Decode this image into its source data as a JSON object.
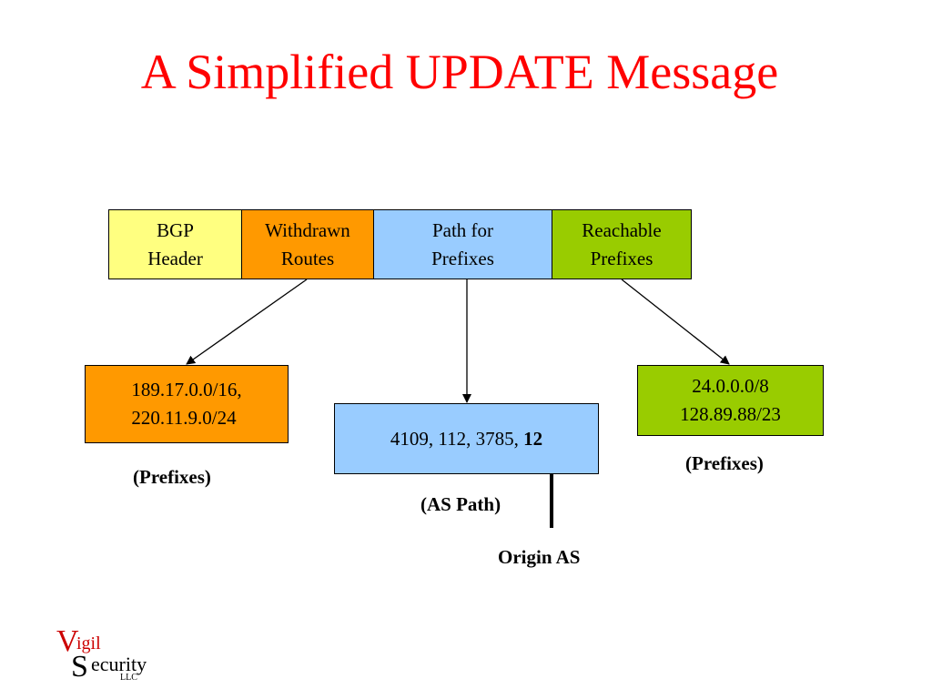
{
  "title": "A Simplified UPDATE Message",
  "message_fields": [
    {
      "label": "BGP\nHeader",
      "color": "#ffff80"
    },
    {
      "label": "Withdrawn\nRoutes",
      "color": "#ff9900"
    },
    {
      "label": "Path for\nPrefixes",
      "color": "#99ccff"
    },
    {
      "label": "Reachable\nPrefixes",
      "color": "#99cc00"
    }
  ],
  "withdrawn_box": {
    "text": "189.17.0.0/16,\n220.11.9.0/24",
    "color": "#ff9900",
    "caption": "(Prefixes)"
  },
  "as_path_box": {
    "prefix": "4109, 112, 3785, ",
    "origin": "12",
    "color": "#99ccff",
    "caption": "(AS Path)"
  },
  "reachable_box": {
    "text": "24.0.0.0/8\n128.89.88/23",
    "color": "#99cc00",
    "caption": "(Prefixes)"
  },
  "origin_label": "Origin AS",
  "logo": {
    "v": "V",
    "igil": "igil",
    "s": "S",
    "ecurity": "ecurity",
    "llc": "LLC"
  }
}
